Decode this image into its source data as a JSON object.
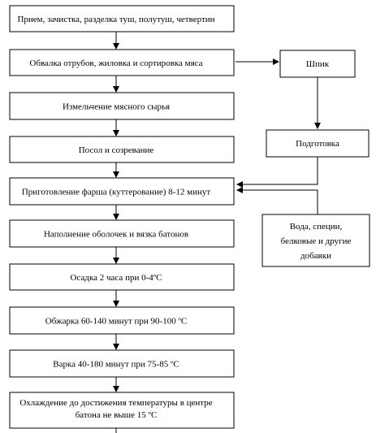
{
  "steps": [
    "Прием, зачистка, разделка туш, полутуш, четвертин",
    "Обвалка отрубов, жиловка и сортировка мяса",
    "Измельчение мясного сырья",
    "Посол и созревание",
    "Приготовление фарша (куттерование) 8-12 минут",
    "Наполнение оболочек и вязка батонов",
    "Осадка 2 часа при 0-4ºС",
    "Обжарка 60-140 минут при 90-100 ºС",
    "Варка 40-180 минут при 75-85 ºС",
    [
      "Охлаждение до достижения температуры в центре",
      "батона не выше 15 ºС"
    ]
  ],
  "side_boxes": {
    "shpik": "Шпик",
    "podgotovka": "Подготовка",
    "additives": [
      "Вода, специи,",
      "белковые и другие",
      "добавки"
    ]
  }
}
